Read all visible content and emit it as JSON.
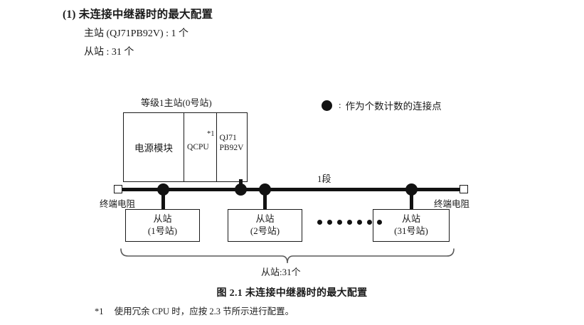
{
  "heading": {
    "title": "(1) 未连接中继器时的最大配置",
    "master_spec": "主站 (QJ71PB92V) : 1 个",
    "slave_spec": "从站 : 31 个"
  },
  "legend": {
    "marker": "filled-circle",
    "colon": ":",
    "text": "作为个数计数的连接点"
  },
  "diagram": {
    "master_label": "等级1主站(0号站)",
    "rack": {
      "power_module": "电源模块",
      "cpu_module": "QCPU",
      "cpu_note": "*1",
      "network_module_line1": "QJ71",
      "network_module_line2": "PB92V"
    },
    "segment_label": "1段",
    "terminator_left": "终端电阻",
    "terminator_right": "终端电阻",
    "slaves": [
      {
        "name": "从站",
        "station": "(1号站)"
      },
      {
        "name": "从站",
        "station": "(2号站)"
      },
      {
        "name": "从站",
        "station": "(31号站)"
      }
    ],
    "ellipsis_count": 7,
    "brace_label": "从站:31个"
  },
  "caption": "图 2.1  未连接中继器时的最大配置",
  "footnote": {
    "mark": "*1",
    "text": "使用冗余 CPU 时，应按 2.3 节所示进行配置。"
  },
  "colors": {
    "ink": "#1a1a1a",
    "marker": "#121212",
    "page": "#ffffff"
  }
}
